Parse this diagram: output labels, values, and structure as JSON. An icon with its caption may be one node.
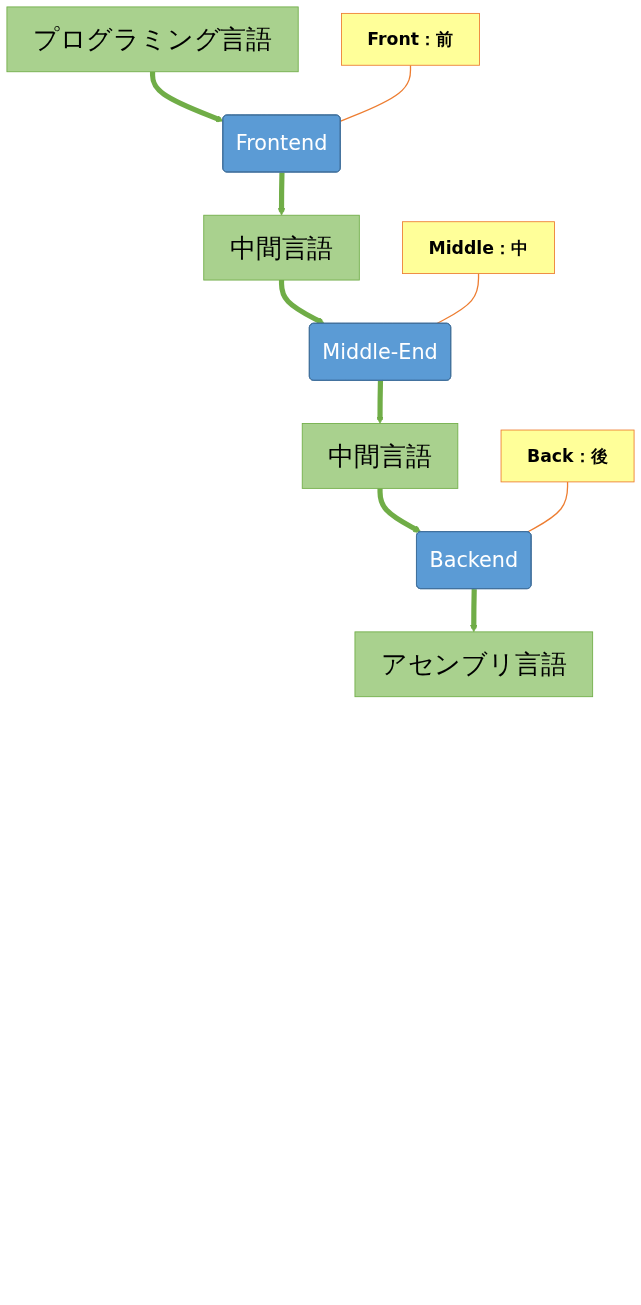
{
  "diagram": {
    "nodes": [
      {
        "text": [
          "プログラミング言語"
        ]
      },
      {
        "text": [
          "Frontend"
        ]
      },
      {
        "text": [
          "Front：前"
        ]
      },
      {
        "text": [
          "中間言語"
        ]
      },
      {
        "text": [
          "Middle-End"
        ]
      },
      {
        "text": [
          "Middle：中"
        ]
      },
      {
        "text": [
          "中間言語"
        ]
      },
      {
        "text": [
          "Backend"
        ]
      },
      {
        "text": [
          "Back：後"
        ]
      },
      {
        "text": [
          "アセンブリ言語"
        ]
      }
    ],
    "edges": [
      {
        "from": 0,
        "to": 1,
        "arrow": "to"
      },
      {
        "from": 1,
        "to": 3,
        "arrow": "to"
      },
      {
        "from": 3,
        "to": 4,
        "arrow": "to"
      },
      {
        "from": 4,
        "to": 6,
        "arrow": "to"
      },
      {
        "from": 6,
        "to": 7,
        "arrow": "to"
      },
      {
        "from": 7,
        "to": 9,
        "arrow": "to"
      },
      {
        "from": 2,
        "to": 1,
        "arrow": "none",
        "color": "#ed7d31"
      },
      {
        "from": 5,
        "to": 4,
        "arrow": "none",
        "color": "#ed7d31"
      },
      {
        "from": 8,
        "to": 7,
        "arrow": "none",
        "color": "#ed7d31"
      }
    ]
  }
}
